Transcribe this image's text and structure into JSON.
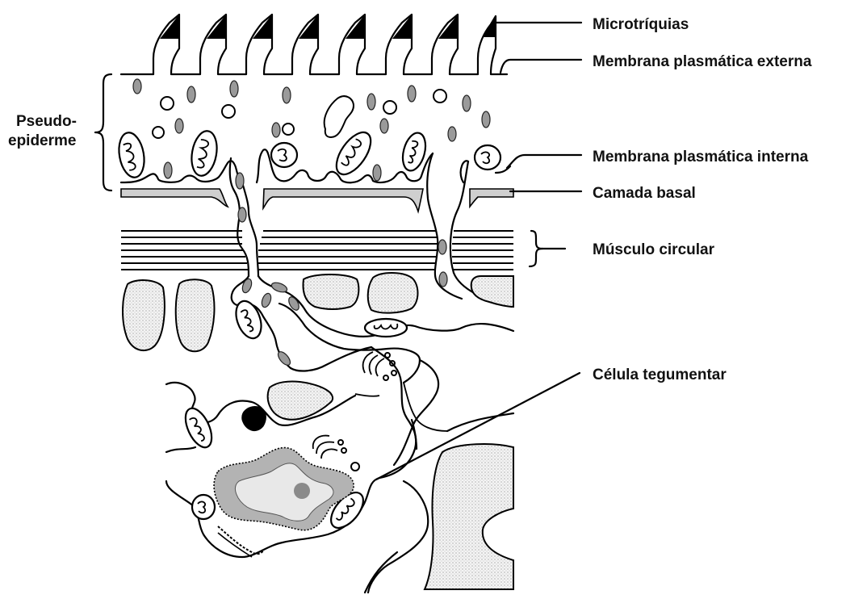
{
  "labels": {
    "microtriquias": "Microtríquias",
    "membrana_externa": "Membrana plasmática externa",
    "pseudo_epiderme_line1": "Pseudo-",
    "pseudo_epiderme_line2": "epiderme",
    "membrana_interna": "Membrana plasmática interna",
    "camada_basal": "Camada basal",
    "musculo_circular": "Músculo circular",
    "celula_tegumentar": "Célula tegumentar"
  },
  "colors": {
    "line": "#000000",
    "organelle_fill": "#9a9a9a",
    "basal_fill": "#cfcfcf",
    "nucleus_outer": "#b3b3b3",
    "nucleus_inner": "#e8e8e8",
    "nucleolus": "#8a8a8a"
  }
}
